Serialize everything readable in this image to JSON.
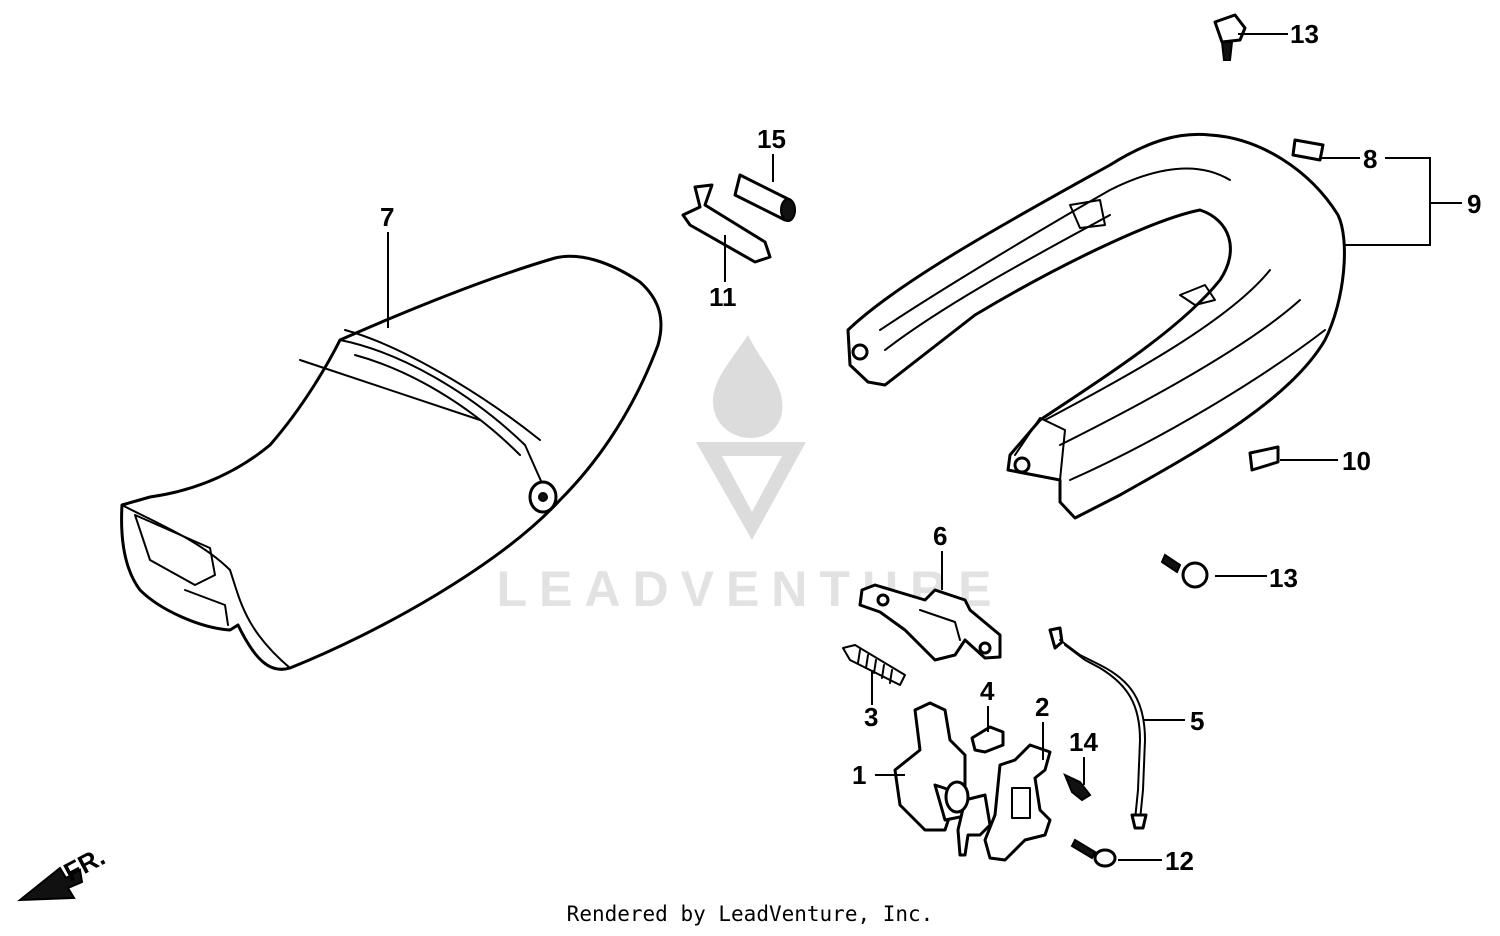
{
  "diagram": {
    "callouts": [
      {
        "id": "1",
        "label": "1"
      },
      {
        "id": "2",
        "label": "2"
      },
      {
        "id": "3",
        "label": "3"
      },
      {
        "id": "4",
        "label": "4"
      },
      {
        "id": "5",
        "label": "5"
      },
      {
        "id": "6",
        "label": "6"
      },
      {
        "id": "7",
        "label": "7"
      },
      {
        "id": "8",
        "label": "8"
      },
      {
        "id": "9",
        "label": "9"
      },
      {
        "id": "10",
        "label": "10"
      },
      {
        "id": "11",
        "label": "11"
      },
      {
        "id": "12",
        "label": "12"
      },
      {
        "id": "13a",
        "label": "13"
      },
      {
        "id": "13b",
        "label": "13"
      },
      {
        "id": "14",
        "label": "14"
      },
      {
        "id": "15",
        "label": "15"
      }
    ],
    "direction_label": "FR."
  },
  "watermark": {
    "text": "LEADVENTURE"
  },
  "footer": {
    "credit": "Rendered by LeadVenture, Inc."
  }
}
